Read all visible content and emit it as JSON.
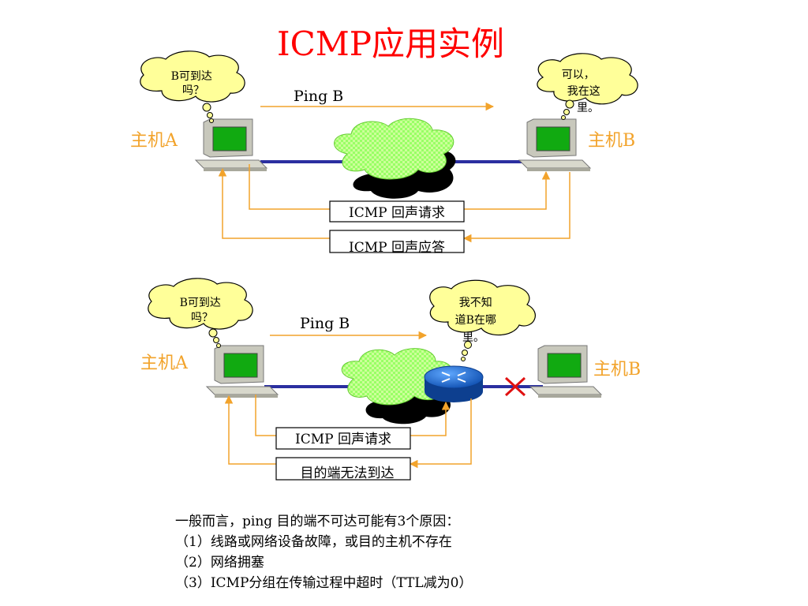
{
  "title": "ICMP应用实例",
  "colors": {
    "title": "#ff0000",
    "host_label": "#f2a32b",
    "arrow": "#f2a32b",
    "network_line": "#2b2fa0",
    "bubble_fill": "#ffff99",
    "cloud_fill": "#99ff66",
    "screen": "#11aa11",
    "router": "#1f6fd6",
    "cross": "#e01010"
  },
  "scenario_1": {
    "host_a": "主机A",
    "host_b": "主机B",
    "ping_label": "Ping B",
    "bubble_a": [
      "B可到达",
      "吗？"
    ],
    "bubble_b": [
      "可以，",
      "我在这",
      "里。"
    ],
    "box_request": "ICMP 回声请求",
    "box_reply": "ICMP 回声应答"
  },
  "scenario_2": {
    "host_a": "主机A",
    "host_b": "主机B",
    "ping_label": "Ping B",
    "bubble_a": [
      "B可到达",
      "吗？"
    ],
    "bubble_router": [
      "我不知",
      "道B在哪",
      "里。"
    ],
    "box_request": "ICMP 回声请求",
    "box_reply": "目的端无法到达",
    "link_status_icon": "cross-icon"
  },
  "notes": {
    "intro": "一般而言，ping 目的端不可达可能有3个原因：",
    "reasons": [
      "（1）线路或网络设备故障，或目的主机不存在",
      "（2）网络拥塞",
      "（3）ICMP分组在传输过程中超时（TTL减为0）"
    ]
  }
}
